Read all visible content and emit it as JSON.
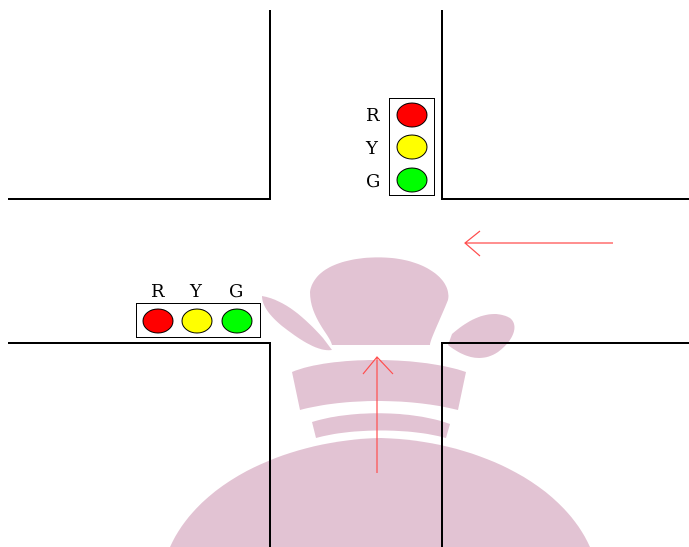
{
  "colors": {
    "road_line": "#000000",
    "arrow": "#ff4d4d",
    "watermark": "#e2c3d3",
    "red": "#ff0000",
    "yellow": "#ffff00",
    "green": "#00ff00",
    "housing_border": "#000000"
  },
  "vertical_signal": {
    "labels": [
      "R",
      "Y",
      "G"
    ]
  },
  "horizontal_signal": {
    "labels": [
      "R",
      "Y",
      "G"
    ]
  },
  "arrows": [
    {
      "direction": "left",
      "icon": "arrow-left-icon"
    },
    {
      "direction": "up",
      "icon": "arrow-up-icon"
    }
  ],
  "watermark": {
    "icon": "money-bag-watermark"
  }
}
